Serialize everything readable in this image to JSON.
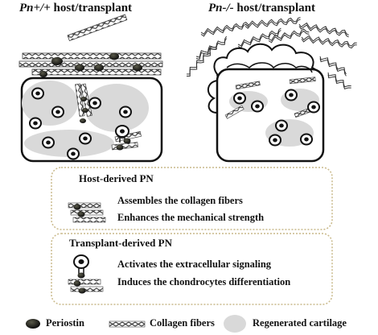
{
  "panels": {
    "left": {
      "genotype": "Pn+/+",
      "suffix": " host/transplant"
    },
    "right": {
      "genotype": "Pn-/-",
      "suffix": " host/transplant"
    }
  },
  "host_section": {
    "title": "Host-derived PN",
    "items": [
      "Assembles the collagen fibers",
      "Enhances the mechanical strength"
    ]
  },
  "transplant_section": {
    "title": "Transplant-derived  PN",
    "items": [
      "Activates the extracellular signaling",
      "Induces the chondrocytes differentiation"
    ]
  },
  "legend": {
    "periostin": "Periostin",
    "collagen": "Collagen fibers",
    "cartilage": "Regenerated cartilage"
  },
  "colors": {
    "cartilage_fill": "#d9d9d9",
    "periostin_fill": "#1e1e1e",
    "dashed_border": "#c9b98a",
    "box_stroke": "#111111"
  }
}
